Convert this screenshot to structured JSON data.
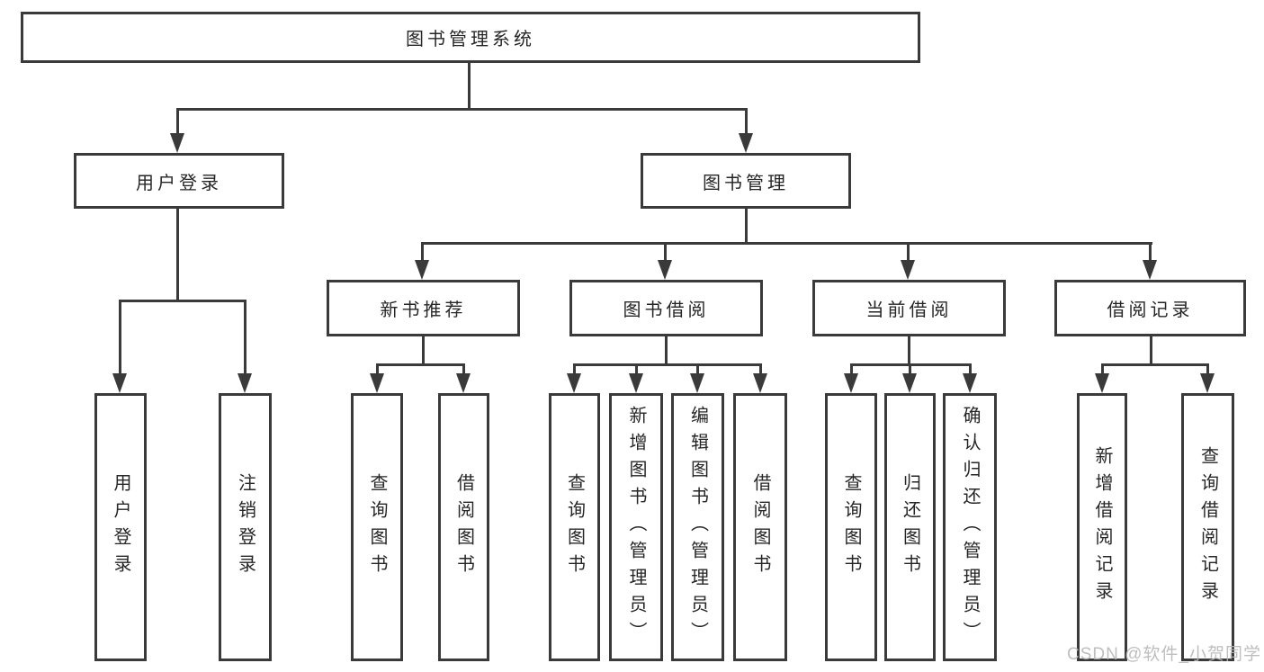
{
  "colors": {
    "line": "#3a3a3a",
    "text": "#262626",
    "watermark": "#b7b7b7"
  },
  "tree": {
    "label": "图书管理系统",
    "children": [
      {
        "label": "用户登录",
        "children": [
          {
            "label": "用户登录"
          },
          {
            "label": "注销登录"
          }
        ]
      },
      {
        "label": "图书管理",
        "children": [
          {
            "label": "新书推荐",
            "children": [
              {
                "label": "查询图书"
              },
              {
                "label": "借阅图书"
              }
            ]
          },
          {
            "label": "图书借阅",
            "children": [
              {
                "label": "查询图书"
              },
              {
                "label": "新增图书（管理员）"
              },
              {
                "label": "编辑图书（管理员）"
              },
              {
                "label": "借阅图书"
              }
            ]
          },
          {
            "label": "当前借阅",
            "children": [
              {
                "label": "查询图书"
              },
              {
                "label": "归还图书"
              },
              {
                "label": "确认归还（管理员）"
              }
            ]
          },
          {
            "label": "借阅记录",
            "children": [
              {
                "label": "新增借阅记录"
              },
              {
                "label": "查询借阅记录"
              }
            ]
          }
        ]
      }
    ]
  },
  "watermark": {
    "text": "CSDN @软件_小贺同学"
  }
}
